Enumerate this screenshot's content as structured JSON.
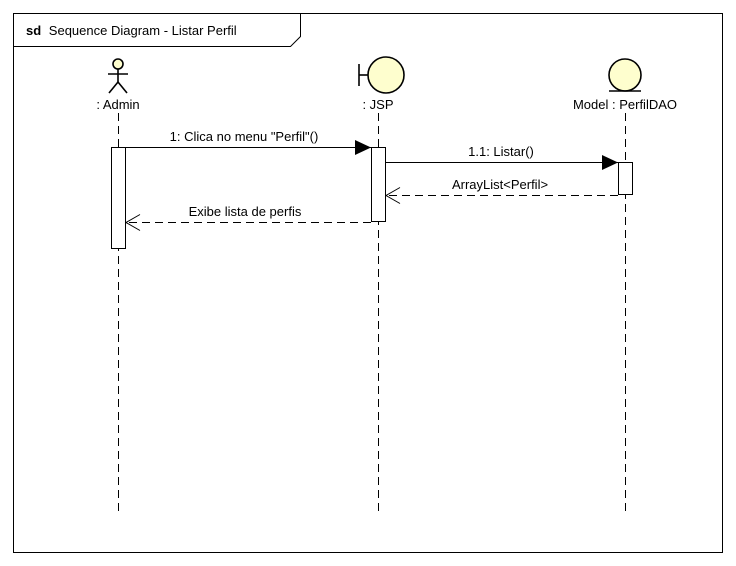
{
  "frame": {
    "keyword": "sd",
    "title": "Sequence Diagram - Listar Perfil"
  },
  "colors": {
    "participant_fill": "#FEFECE",
    "line": "#000000",
    "background": "#FFFFFF"
  },
  "participants": [
    {
      "id": "admin",
      "kind": "actor",
      "label": ": Admin",
      "icon": "stick-figure-icon"
    },
    {
      "id": "jsp",
      "kind": "boundary",
      "label": ": JSP",
      "icon": "boundary-icon"
    },
    {
      "id": "dao",
      "kind": "entity",
      "label": "Model : PerfilDAO",
      "icon": "entity-icon"
    }
  ],
  "messages": [
    {
      "id": "m1",
      "from": "admin",
      "to": "jsp",
      "type": "synchronous",
      "label": "1: Clica no menu \"Perfil\"()"
    },
    {
      "id": "m2",
      "from": "jsp",
      "to": "dao",
      "type": "synchronous",
      "label": "1.1: Listar()"
    },
    {
      "id": "m3",
      "from": "dao",
      "to": "jsp",
      "type": "reply",
      "label": "ArrayList<Perfil>"
    },
    {
      "id": "m4",
      "from": "jsp",
      "to": "admin",
      "type": "reply",
      "label": "Exibe lista de perfis"
    }
  ]
}
